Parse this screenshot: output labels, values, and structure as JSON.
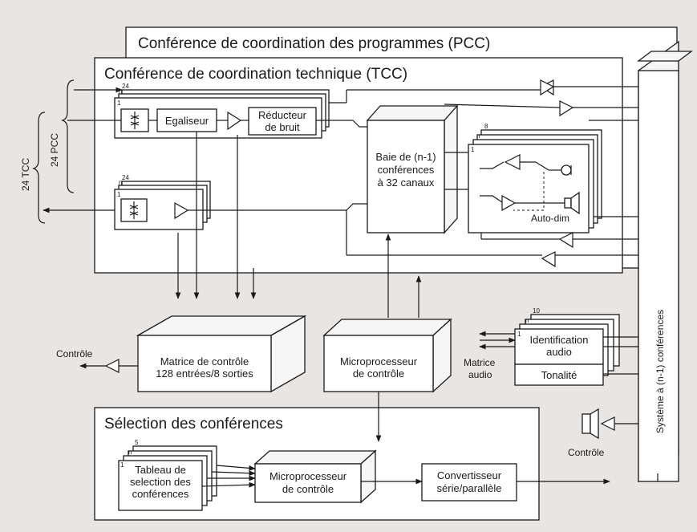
{
  "frames": {
    "pcc": "Conférence de coordination des programmes (PCC)",
    "tcc": "Conférence de coordination technique (TCC)",
    "selection": "Sélection des conférences"
  },
  "side_labels": {
    "tcc_24": "24 TCC",
    "pcc_24": "24 PCC"
  },
  "blocks": {
    "egaliseur": "Egaliseur",
    "reducteur_1": "Réducteur",
    "reducteur_2": "de bruit",
    "baie_1": "Baie de (n-1)",
    "baie_2": "conférences",
    "baie_3": "à 32 canaux",
    "matrice_1": "Matrice de contrôle",
    "matrice_2": "128 entrées/8 sorties",
    "micro_top_1": "Microprocesseur",
    "micro_top_2": "de contrôle",
    "ident_1": "Identification",
    "ident_2": "audio",
    "tonalite": "Tonalité",
    "tableau_1": "Tableau de",
    "tableau_2": "selection des",
    "tableau_3": "conférences",
    "micro_bot_1": "Microprocesseur",
    "micro_bot_2": "de contrôle",
    "conv_1": "Convertisseur",
    "conv_2": "série/parallèle",
    "systeme": "Système à (n-1) conférences"
  },
  "labels": {
    "controle_left": "Contrôle",
    "controle_right": "Contrôle",
    "matrice_audio_1": "Matrice",
    "matrice_audio_2": "audio",
    "auto_dim": "Auto-dim"
  },
  "stack_marks": {
    "s24": "24",
    "sn": "n",
    "s1": "1",
    "s8": "8",
    "s10": "10",
    "s5": "5"
  }
}
